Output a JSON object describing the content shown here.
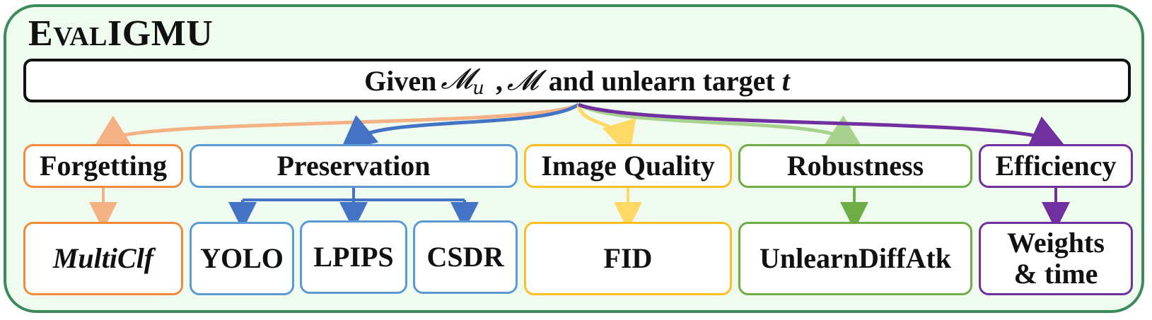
{
  "title": {
    "main": "E",
    "smallcaps": "VAL",
    "rest": "IGMU"
  },
  "given": {
    "prefix": "Given",
    "model_u": "𝓜",
    "model_u_sub": "u",
    "comma": ",",
    "model": "𝓜",
    "suffix": "and unlearn target",
    "target": "t"
  },
  "categories": [
    {
      "label": "Forgetting",
      "color": "#f08a3c"
    },
    {
      "label": "Preservation",
      "color": "#4472c4"
    },
    {
      "label": "Image Quality",
      "color": "#fbbf24"
    },
    {
      "label": "Robustness",
      "color": "#70ad47"
    },
    {
      "label": "Efficiency",
      "color": "#7030a0"
    }
  ],
  "metrics": {
    "forgetting": [
      "MultiClf"
    ],
    "preservation": [
      "YOLO",
      "LPIPS",
      "CSDR"
    ],
    "image_quality": [
      "FID"
    ],
    "robustness": [
      "UnlearnDiffAtk"
    ],
    "efficiency": [
      "Weights",
      "& time"
    ]
  }
}
